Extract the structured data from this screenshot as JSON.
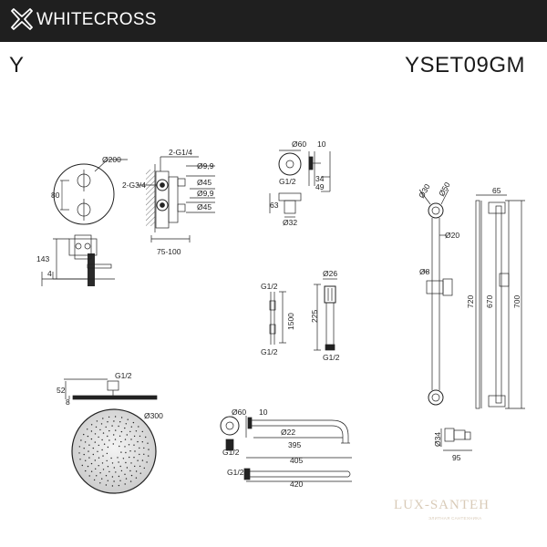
{
  "header": {
    "brand": "WHITECROSS",
    "series": "Y",
    "model": "YSET09GM",
    "logo_icon": "x-cross-logo-icon",
    "background": "#1f1f1f"
  },
  "mixer": {
    "d200": "Ø200",
    "h80": "80",
    "g14": "2-G1/4",
    "g34": "2-G3/4",
    "d99a": "Ø9,9",
    "d45a": "Ø45",
    "d99b": "Ø9,9",
    "d45b": "Ø45",
    "depth": "75-100",
    "h143": "143",
    "h4": "4"
  },
  "outlet": {
    "d60": "Ø60",
    "w10": "10",
    "g12": "G1/2",
    "h34": "34",
    "h49": "49",
    "h63": "63",
    "d32": "Ø32"
  },
  "hose": {
    "g12_top": "G1/2",
    "g12_bottom": "G1/2",
    "length": "1500"
  },
  "hand_shower": {
    "d26": "Ø26",
    "length": "225",
    "g12": "G1/2"
  },
  "rail": {
    "d30": "Ø30",
    "d50": "Ø50",
    "w65": "65",
    "d20": "Ø20",
    "d8": "Ø8",
    "h720": "720",
    "h670": "670",
    "h700": "700",
    "d34": "Ø34",
    "w95": "95"
  },
  "head": {
    "g12": "G1/2",
    "h52": "52",
    "h8": "8",
    "d300": "Ø300"
  },
  "arm": {
    "d60": "Ø60",
    "w10": "10",
    "d22": "Ø22",
    "g12a": "G1/2",
    "l395": "395",
    "l405": "405",
    "g12b": "G1/2",
    "l420": "420"
  },
  "watermark": {
    "text": "LUX-SANTEH",
    "sub": "ЭЛИТНАЯ САНТЕХНИКА"
  }
}
